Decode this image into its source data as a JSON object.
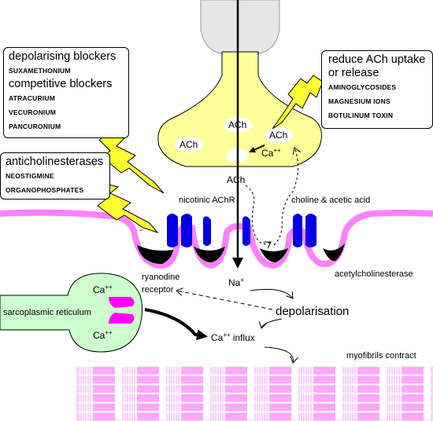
{
  "blocker_panel": {
    "depolarising_title": "depolarising blockers",
    "depolarising_items": [
      "SUXAMETHONIUM"
    ],
    "competitive_title": "competitive blockers",
    "competitive_items": [
      "ATRACURIUM",
      "VECURONIUM",
      "PANCURONIUM"
    ]
  },
  "anticholinesterase_panel": {
    "title": "anticholinesterases",
    "items": [
      "NEOSTIGMINE",
      "ORGANOPHOSPHATES"
    ]
  },
  "release_panel": {
    "title_line1": "reduce ACh uptake",
    "title_line2": "or release",
    "items": [
      "AMINOGLYCOSIDES",
      "MAGNESIUM IONS",
      "BOTULINUM TOXIN"
    ]
  },
  "terminal": {
    "vesicle_labels": [
      "ACh",
      "ACh",
      "ACh"
    ],
    "calcium": "Ca",
    "calcium_charge": "++",
    "released_ach": "ACh"
  },
  "labels": {
    "nicotinic": "nicotinic AChR",
    "choline": "choline & acetic acid",
    "acetylcholinesterase": "acetylcholinesterase",
    "sodium": "Na",
    "sodium_charge": "+",
    "ryanodine_line1": "ryanodine",
    "ryanodine_line2": "receptor",
    "depolarisation": "depolarisation",
    "sarcoplasmic": "sarcoplasmic reticulum",
    "sr_calcium_top": "Ca",
    "sr_calcium_bottom": "Ca",
    "sr_calcium_charge": "++",
    "influx_ca": "Ca",
    "influx_charge": "++",
    "influx_word": "influx",
    "myofibrils": "myofibrils contract",
    "minus": "-"
  },
  "colors": {
    "terminal_fill": "#ffff99",
    "axon_fill": "#e6e6e6",
    "membrane": "#ff80ff",
    "receptor": "#0000e6",
    "sr_fill": "#ccffcc",
    "ryanodine": "#ff00ff",
    "lightning": "#ffff33",
    "myofibril": "#ff99ff"
  },
  "icons": [
    "lightning-bolt-icon",
    "receptor-icon",
    "arrow-icon"
  ]
}
